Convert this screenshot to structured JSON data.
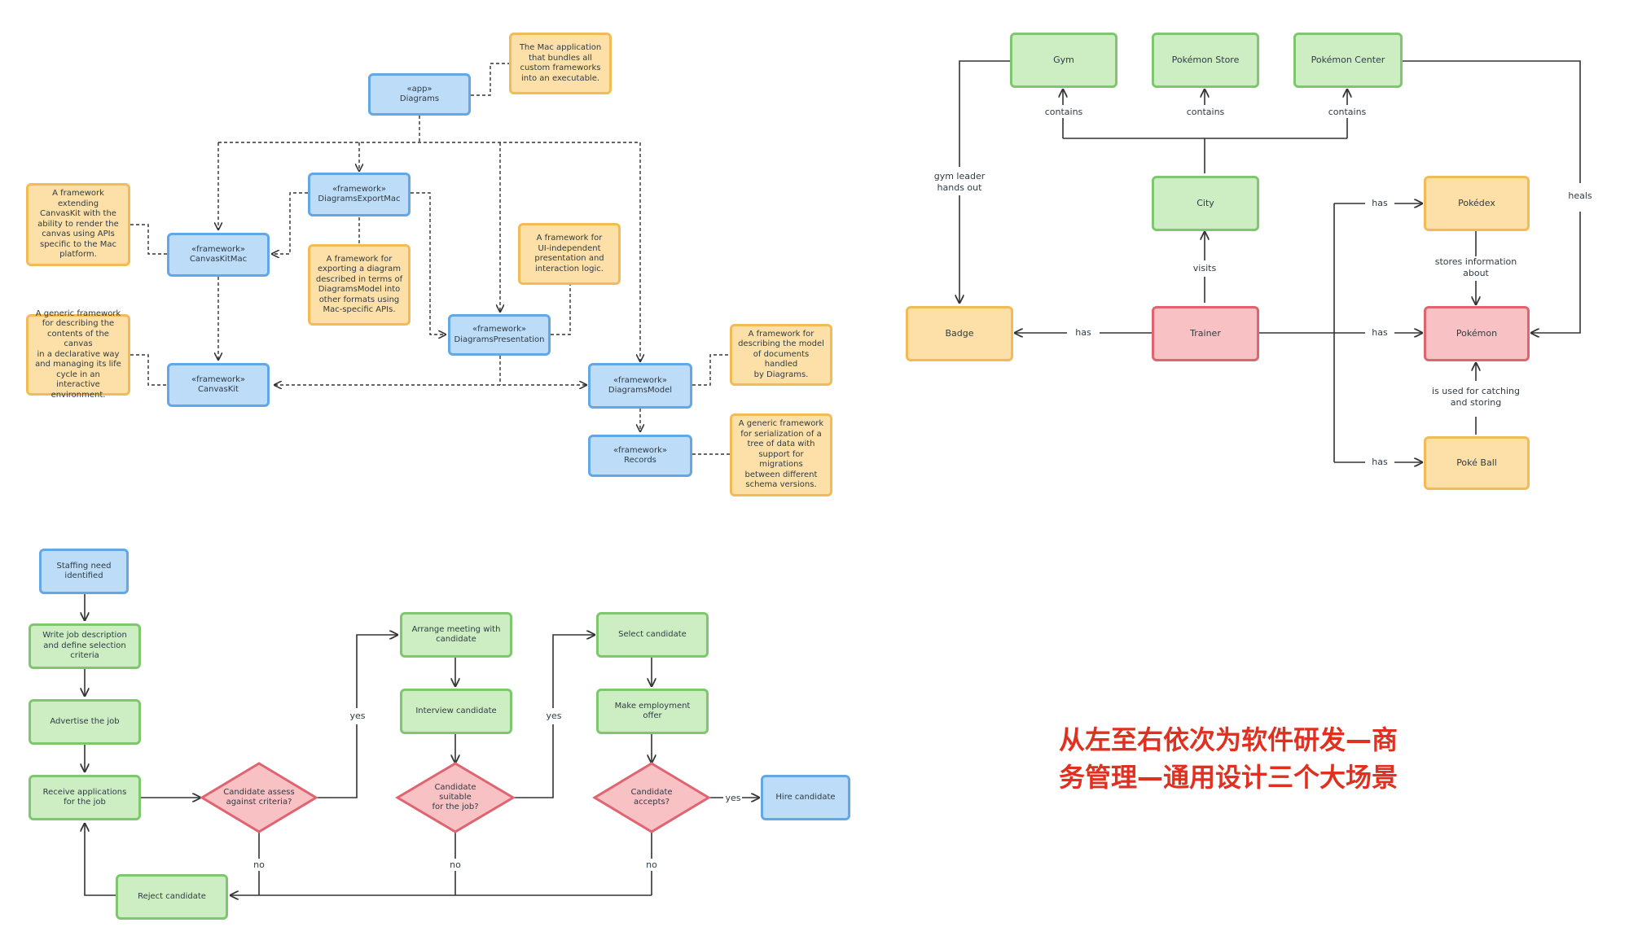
{
  "architecture": {
    "app_diagrams": "«app»\nDiagrams",
    "note_mac_app": "The Mac application\nthat bundles all\ncustom frameworks\ninto an executable.",
    "diagrams_export_mac": "«framework»\nDiagramsExportMac",
    "canvaskit_mac": "«framework»\nCanvasKitMac",
    "note_canvaskit_mac": "A framework extending\nCanvasKit with the\nability to render the\ncanvas using APIs\nspecific to the Mac\nplatform.",
    "note_export_mac": "A framework for\nexporting a diagram\ndescribed in terms of\nDiagramsModel into\nother formats using\nMac-specific APIs.",
    "note_ui_independent": "A framework for\nUI-independent\npresentation and\ninteraction logic.",
    "diagrams_presentation": "«framework»\nDiagramsPresentation",
    "note_canvaskit": "A generic framework\nfor describing the\ncontents of the canvas\nin a declarative way\nand managing its life\ncycle in an interactive\nenvironment.",
    "canvaskit": "«framework»\nCanvasKit",
    "diagrams_model": "«framework»\nDiagramsModel",
    "note_diagrams_model": "A framework for\ndescribing the model\nof documents handled\nby Diagrams.",
    "records": "«framework»\nRecords",
    "note_records": "A generic framework\nfor serialization of a\ntree of data with\nsupport for migrations\nbetween different\nschema versions."
  },
  "pokemon": {
    "gym": "Gym",
    "store": "Pokémon Store",
    "center": "Pokémon Center",
    "contains": "contains",
    "city": "City",
    "visits": "visits",
    "gym_leader": "gym leader\nhands out",
    "badge": "Badge",
    "has": "has",
    "trainer": "Trainer",
    "pokedex": "Pokédex",
    "stores_info": "stores information\nabout",
    "pokemon": "Pokémon",
    "heals": "heals",
    "used_for": "is used for catching\nand storing",
    "pokeball": "Poké Ball"
  },
  "hiring": {
    "staffing": "Staffing need\nidentified",
    "write_job": "Write job description\nand define selection\ncriteria",
    "advertise": "Advertise the job",
    "receive": "Receive applications\nfor the job",
    "assess": "Candidate assess\nagainst criteria?",
    "arrange": "Arrange meeting with\ncandidate",
    "interview": "Interview candidate",
    "suitable": "Candidate\nsuitable\nfor the job?",
    "select": "Select candidate",
    "offer": "Make employment\noffer",
    "accepts": "Candidate\naccepts?",
    "hire": "Hire candidate",
    "reject": "Reject candidate",
    "yes": "yes",
    "no": "no"
  },
  "caption": "从左至右依次为软件研发—商\n务管理—通用设计三个大场景",
  "colors": {
    "blue": "#bcdcf7",
    "yellow": "#fde0a8",
    "green": "#cdeec3",
    "red": "#f8c1c4",
    "caption": "#e03020"
  }
}
